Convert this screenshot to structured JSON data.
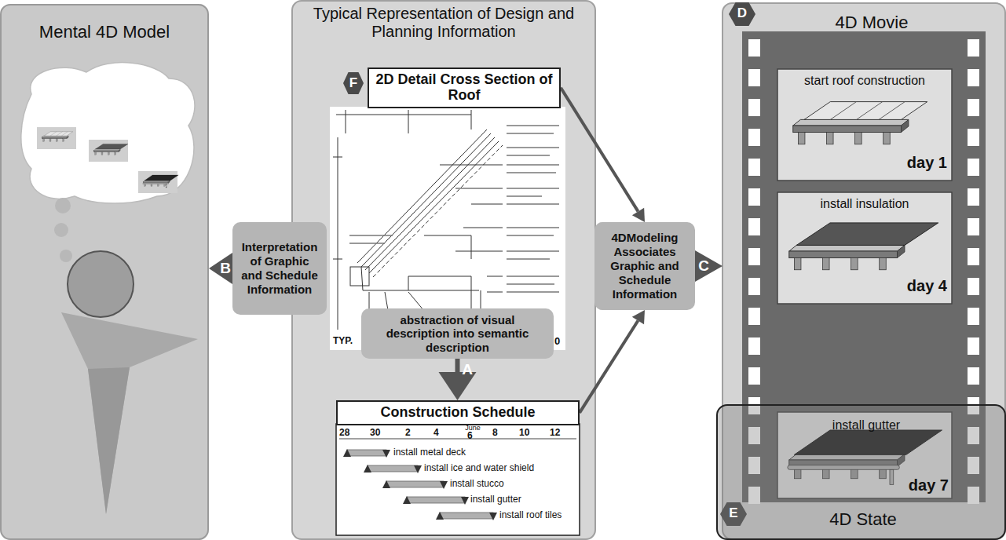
{
  "diagram": {
    "nodes": [
      {
        "text": [
          "Mental 4D Model"
        ]
      },
      {
        "text": [
          "Typical Representation of Design and Planning Information"
        ]
      },
      {
        "text": [
          "2D Detail Cross Section of Roof"
        ],
        "in": 1
      },
      {
        "text": [
          "abstraction of visual description into semantic description"
        ],
        "in": 1
      },
      {
        "text": [
          "Construction Schedule"
        ],
        "in": 1
      },
      {
        "text": [
          "Interpretation of Graphic and Schedule Information"
        ]
      },
      {
        "text": [
          "4DModeling Associates Graphic and Schedule Information"
        ]
      },
      {
        "text": [
          "4D Movie"
        ]
      },
      {
        "text": [
          "start roof construction",
          "day 1"
        ],
        "in": 7
      },
      {
        "text": [
          "install insulation",
          "day 4"
        ],
        "in": 7
      },
      {
        "text": [
          "4D State"
        ],
        "in": 7
      },
      {
        "text": [
          "install gutter",
          "day 7"
        ],
        "in": 10
      }
    ],
    "edges": [
      {
        "from": 5,
        "to": 0,
        "arrow": "to"
      },
      {
        "from": 3,
        "to": 4,
        "arrow": "to"
      },
      {
        "from": 2,
        "to": 6,
        "arrow": "to"
      },
      {
        "from": 4,
        "to": 6,
        "arrow": "to"
      },
      {
        "from": 6,
        "to": 7,
        "arrow": "to"
      }
    ],
    "labels": [
      "F",
      "TYP.",
      "0",
      "A",
      "June",
      "28",
      "30",
      "2",
      "4",
      "6",
      "8",
      "10",
      "12",
      "install metal deck",
      "install ice and water shield",
      "install stucco",
      "install gutter",
      "install roof tiles",
      "B",
      "C",
      "D",
      "E"
    ]
  }
}
